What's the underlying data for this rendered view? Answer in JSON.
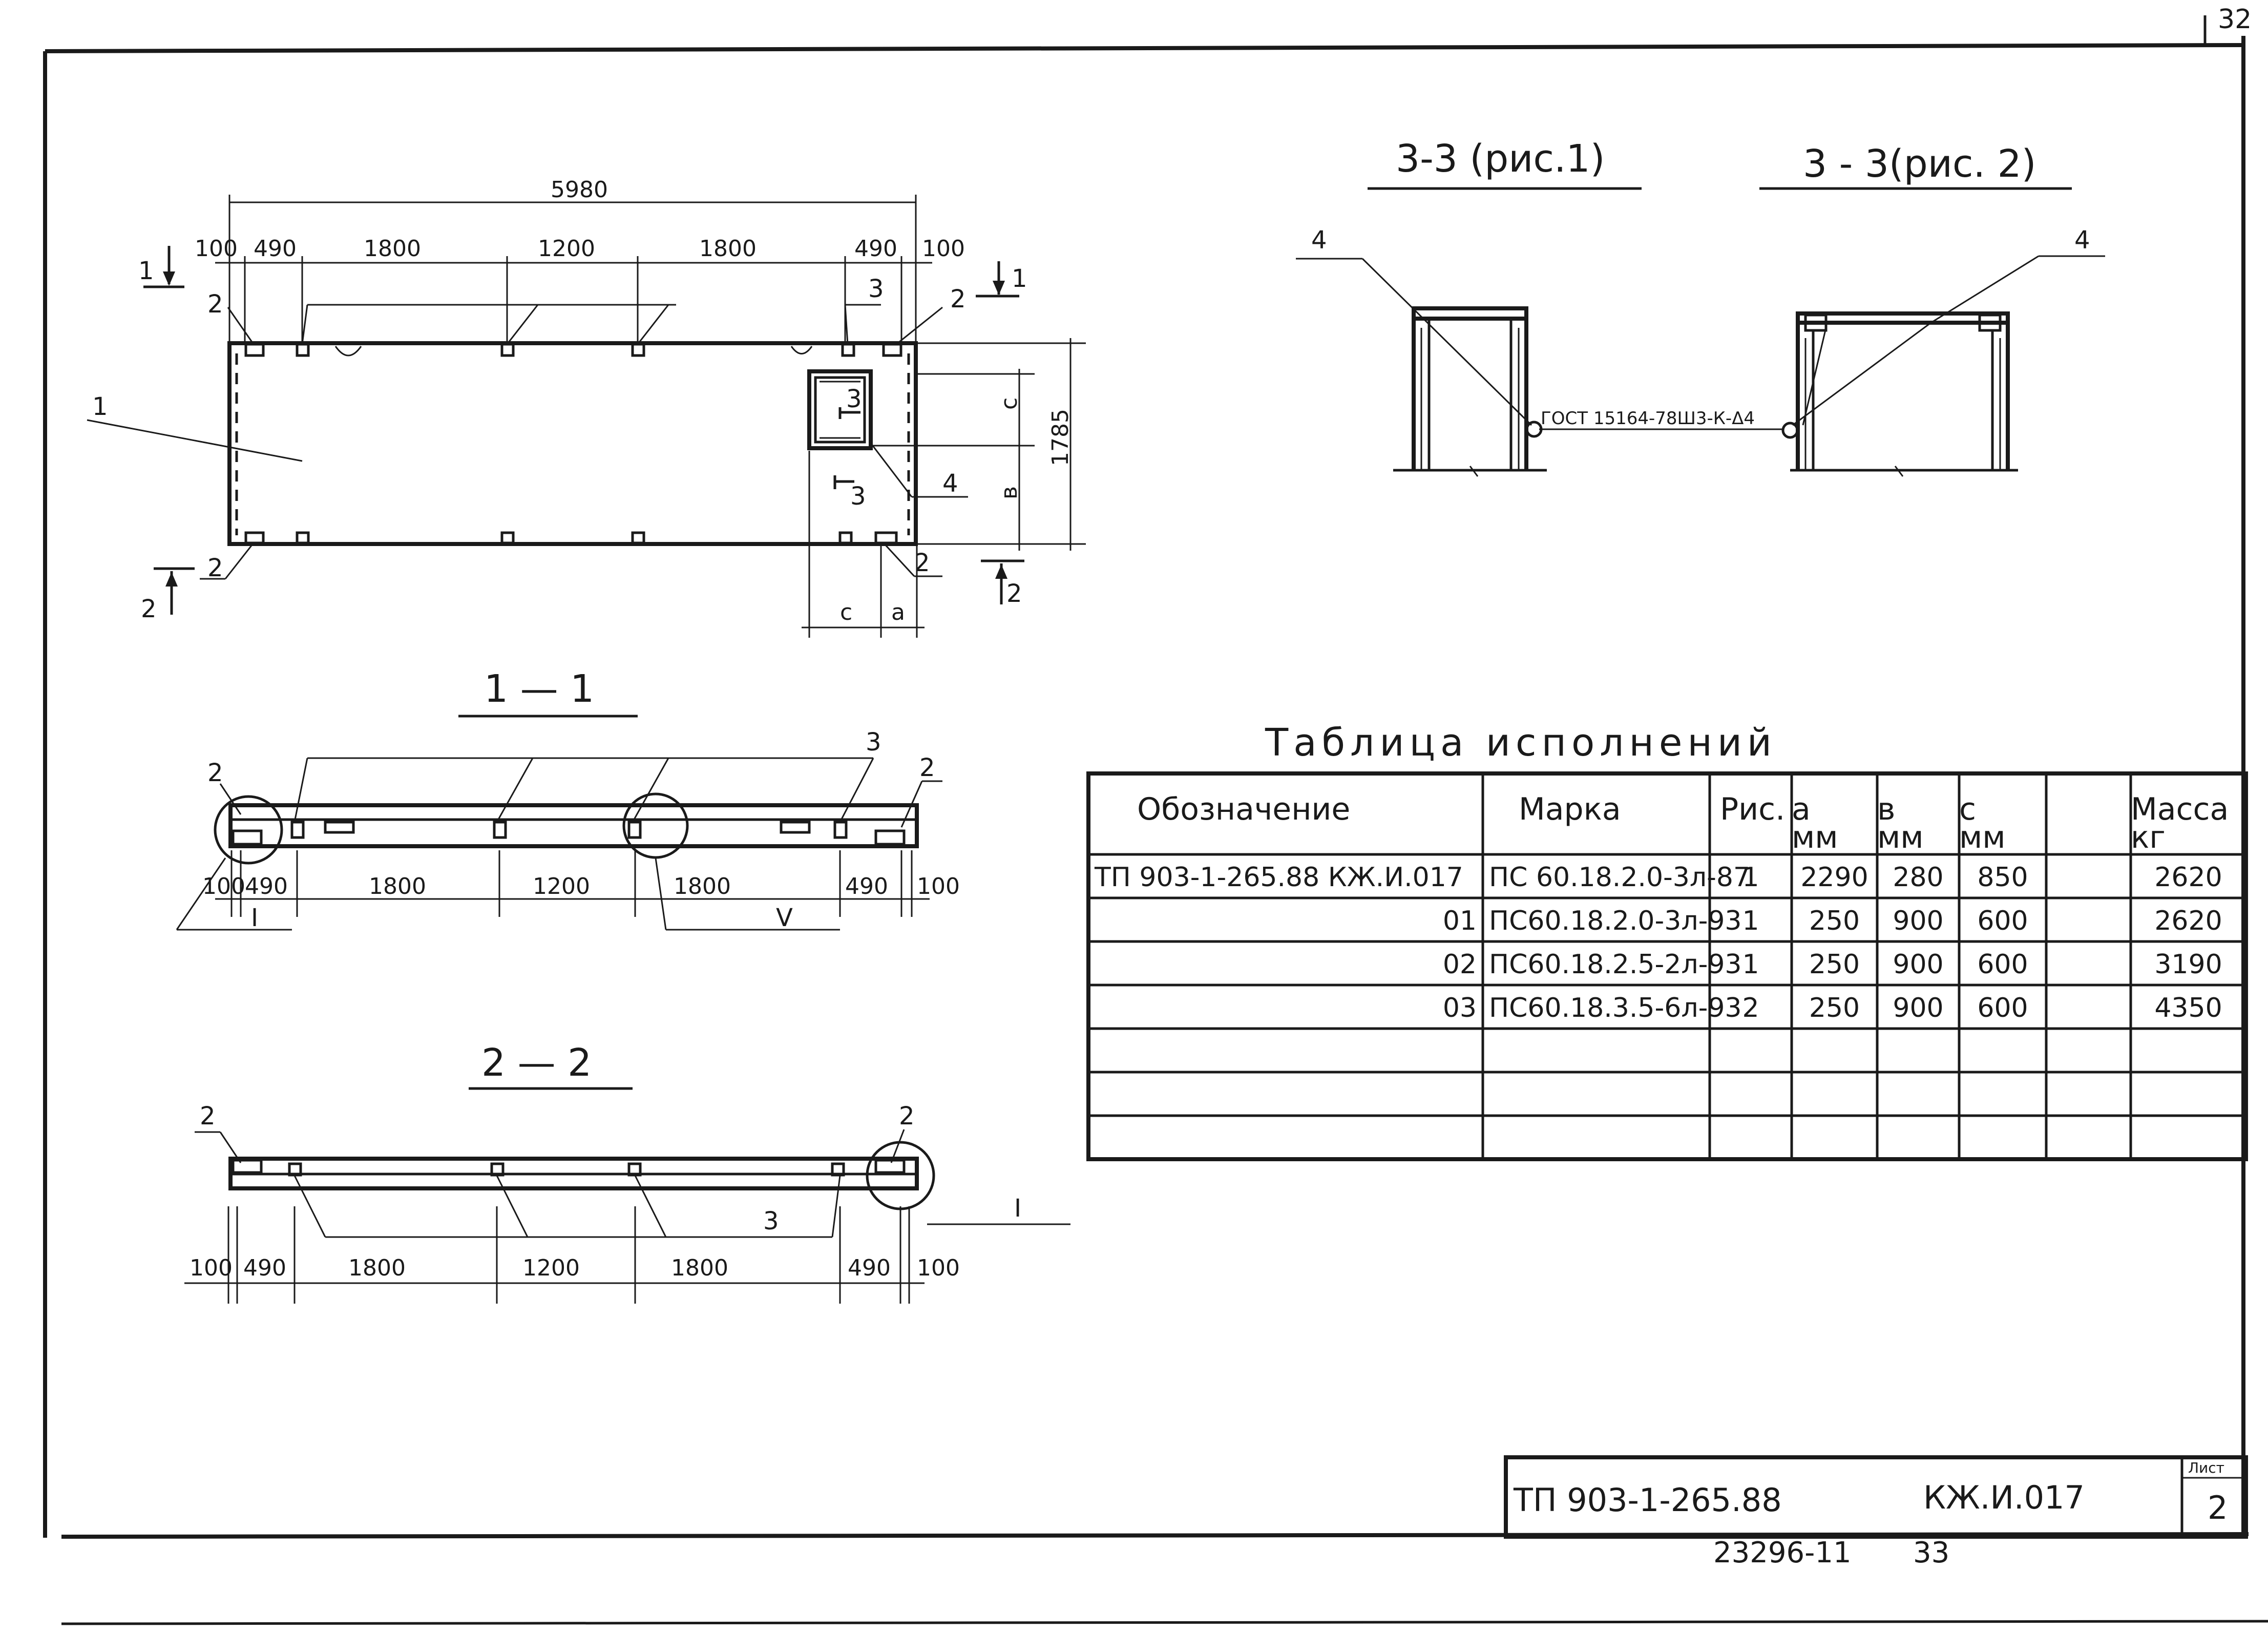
{
  "plan": {
    "overall_dim": "5980",
    "dims": [
      "100",
      "490",
      "1800",
      "1200",
      "1800",
      "490",
      "100"
    ],
    "height_dim": "1785",
    "side_c": "c",
    "side_b": "в",
    "bottom_c": "c",
    "bottom_a": "a",
    "cut1_left": "1",
    "cut1_right": "1",
    "cut2_left": "2",
    "cut2_right": "2",
    "marks": {
      "m1": "1",
      "m2": "2",
      "m3": "3",
      "m4": "4"
    },
    "opening_cut": "3",
    "opening_cut_lower": "3"
  },
  "section11": {
    "title": "1 — 1",
    "dims": [
      "100",
      "490",
      "1800",
      "1200",
      "1800",
      "490",
      "100"
    ],
    "mark2": "2",
    "mark3": "3",
    "node_left": "I",
    "node_right": "V"
  },
  "section22": {
    "title": "2 — 2",
    "dims": [
      "100",
      "490",
      "1800",
      "1200",
      "1800",
      "490",
      "100"
    ],
    "mark2": "2",
    "mark3": "3",
    "node": "I"
  },
  "section33": {
    "title1": "3-3 (рис.1)",
    "title2": "3 - 3(рис. 2)",
    "mark4": "4",
    "weld": "ГОСТ 15164-78Ш3-К-Δ4"
  },
  "table": {
    "caption": "Таблица исполнений",
    "headers": [
      "Обозначение",
      "Марка",
      "Рис.",
      "а\nмм",
      "в\nмм",
      "с\nмм",
      "",
      "Масса\nкг"
    ],
    "rows": [
      [
        "ТП 903-1-265.88 КЖ.И.017",
        "ПС 60.18.2.0-3л-87",
        "1",
        "2290",
        "280",
        "850",
        "",
        "2620"
      ],
      [
        "01",
        "ПС60.18.2.0-3л-93",
        "1",
        "250",
        "900",
        "600",
        "",
        "2620"
      ],
      [
        "02",
        "ПС60.18.2.5-2л-93",
        "1",
        "250",
        "900",
        "600",
        "",
        "3190"
      ],
      [
        "03",
        "ПС60.18.3.5-6л-93",
        "2",
        "250",
        "900",
        "600",
        "",
        "4350"
      ],
      [
        "",
        "",
        "",
        "",
        "",
        "",
        "",
        ""
      ],
      [
        "",
        "",
        "",
        "",
        "",
        "",
        "",
        ""
      ],
      [
        "",
        "",
        "",
        "",
        "",
        "",
        "",
        ""
      ]
    ]
  },
  "stamp": {
    "code": "ТП 903-1-265.88",
    "doc": "КЖ.И.017",
    "sheet_label": "Лист",
    "sheet_no": "2",
    "archive": "23296-11",
    "page": "33",
    "corner": "32"
  }
}
